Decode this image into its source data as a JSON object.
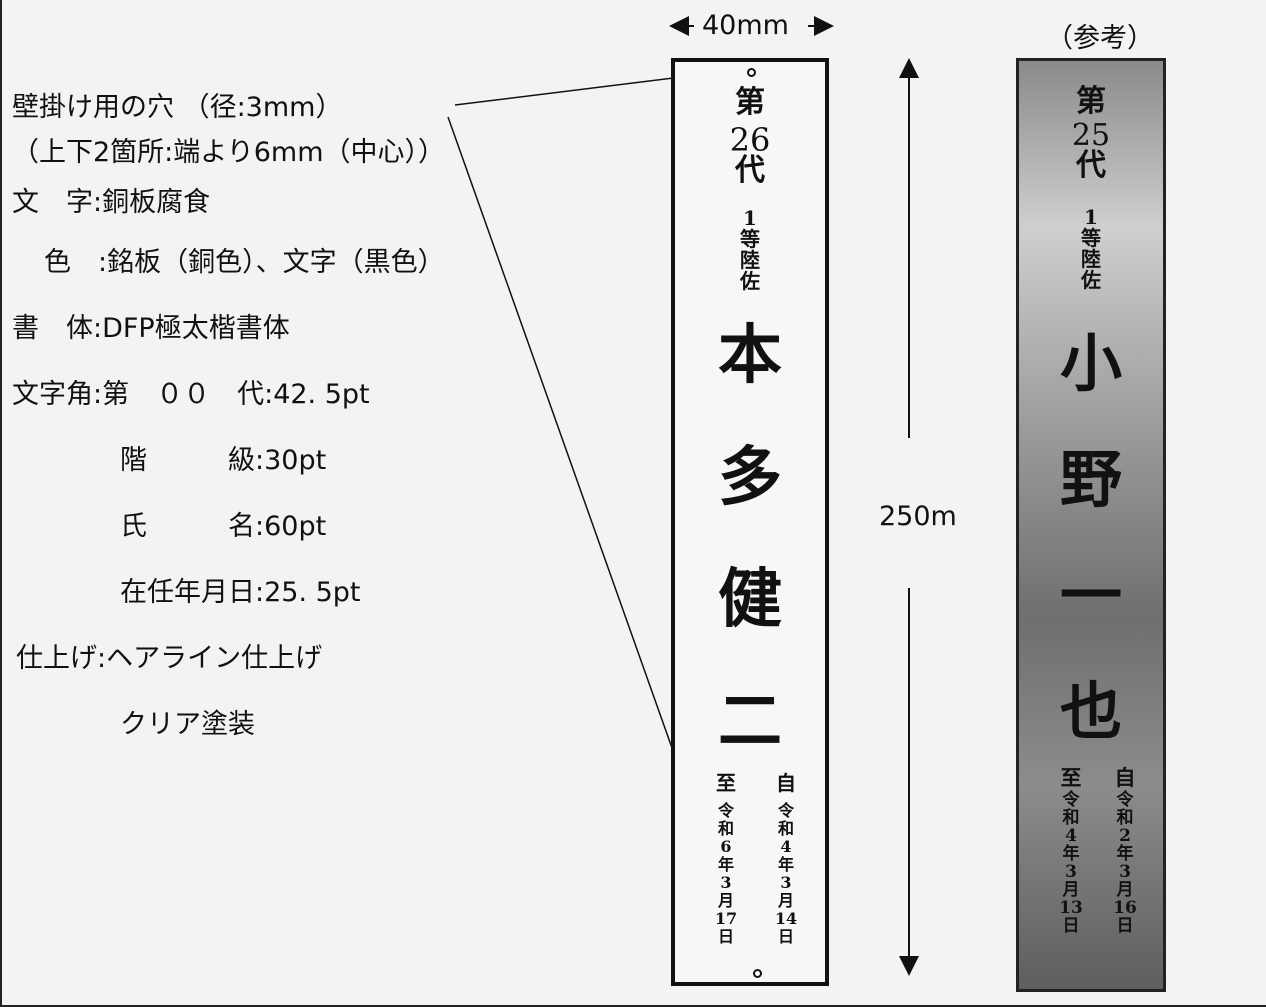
{
  "specs": {
    "line1": "壁掛け用の穴 （径:3mm）",
    "line2": "（上下2箇所:端より6mm（中心））",
    "line3": "文　字:銅板腐食",
    "line4": "色　:銘板（銅色）、文字（黒色）",
    "line5": "書　体:DFP極太楷書体",
    "line6": "文字角:第　００　代:42. 5pt",
    "line7": "階　　　級:30pt",
    "line8": "氏　　　名:60pt",
    "line9": "在任年月日:25. 5pt",
    "line10": "仕上げ:ヘアライン仕上げ",
    "line11": "クリア塗装"
  },
  "dimensions": {
    "width_label": "40mm",
    "height_label": "250m",
    "reference_label": "（参考）"
  },
  "plate": {
    "dai": "第",
    "number": "26",
    "dai2": "代",
    "rank": [
      "1",
      "等",
      "陸",
      "佐"
    ],
    "name": [
      "本",
      "多",
      "健",
      "二"
    ],
    "to_label": "至",
    "to_date": [
      "令",
      "和",
      "6",
      "年",
      "3",
      "月",
      "17",
      "日"
    ],
    "from_label": "自",
    "from_date": [
      "令",
      "和",
      "4",
      "年",
      "3",
      "月",
      "14",
      "日"
    ]
  },
  "reference_plate": {
    "dai": "第",
    "number": "25",
    "dai2": "代",
    "rank": [
      "1",
      "等",
      "陸",
      "佐"
    ],
    "name": [
      "小",
      "野",
      "一",
      "也"
    ],
    "to_label": "至",
    "to_date": [
      "令",
      "和",
      "4",
      "年",
      "3",
      "月",
      "13",
      "日"
    ],
    "from_label": "自",
    "from_date": [
      "令",
      "和",
      "2",
      "年",
      "3",
      "月",
      "16",
      "日"
    ]
  },
  "colors": {
    "ink": "#111111",
    "paper": "#f3f3f1"
  }
}
